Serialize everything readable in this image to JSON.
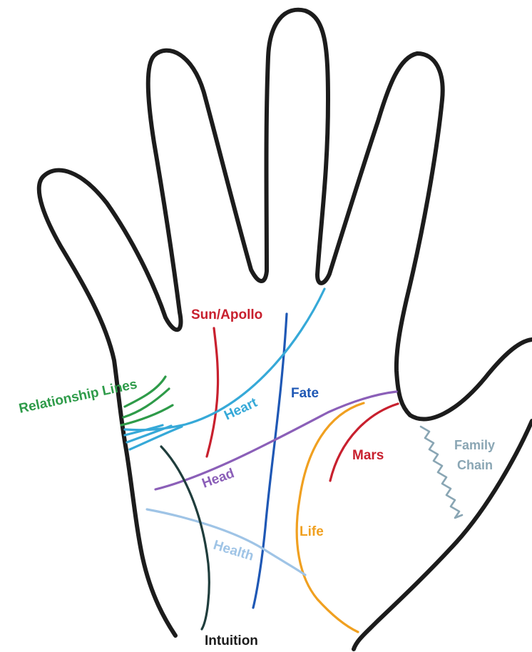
{
  "labels": {
    "sun_apollo": "Sun/Apollo",
    "fate": "Fate",
    "relationship": "Relationship Lines",
    "heart": "Heart",
    "head": "Head",
    "mars": "Mars",
    "family": "Family",
    "chain": "Chain",
    "life": "Life",
    "health": "Health",
    "intuition": "Intuition"
  },
  "colors": {
    "outline": "#1c1c1c",
    "sun_apollo": "#c8202e",
    "fate": "#1f58b5",
    "relationship": "#2e9b49",
    "heart": "#36a9d8",
    "head": "#8b5fb8",
    "mars": "#c8202e",
    "family_chain": "#8aa6b4",
    "life": "#f0a020",
    "health": "#9fc4e6",
    "intuition": "#1f3d3c"
  }
}
